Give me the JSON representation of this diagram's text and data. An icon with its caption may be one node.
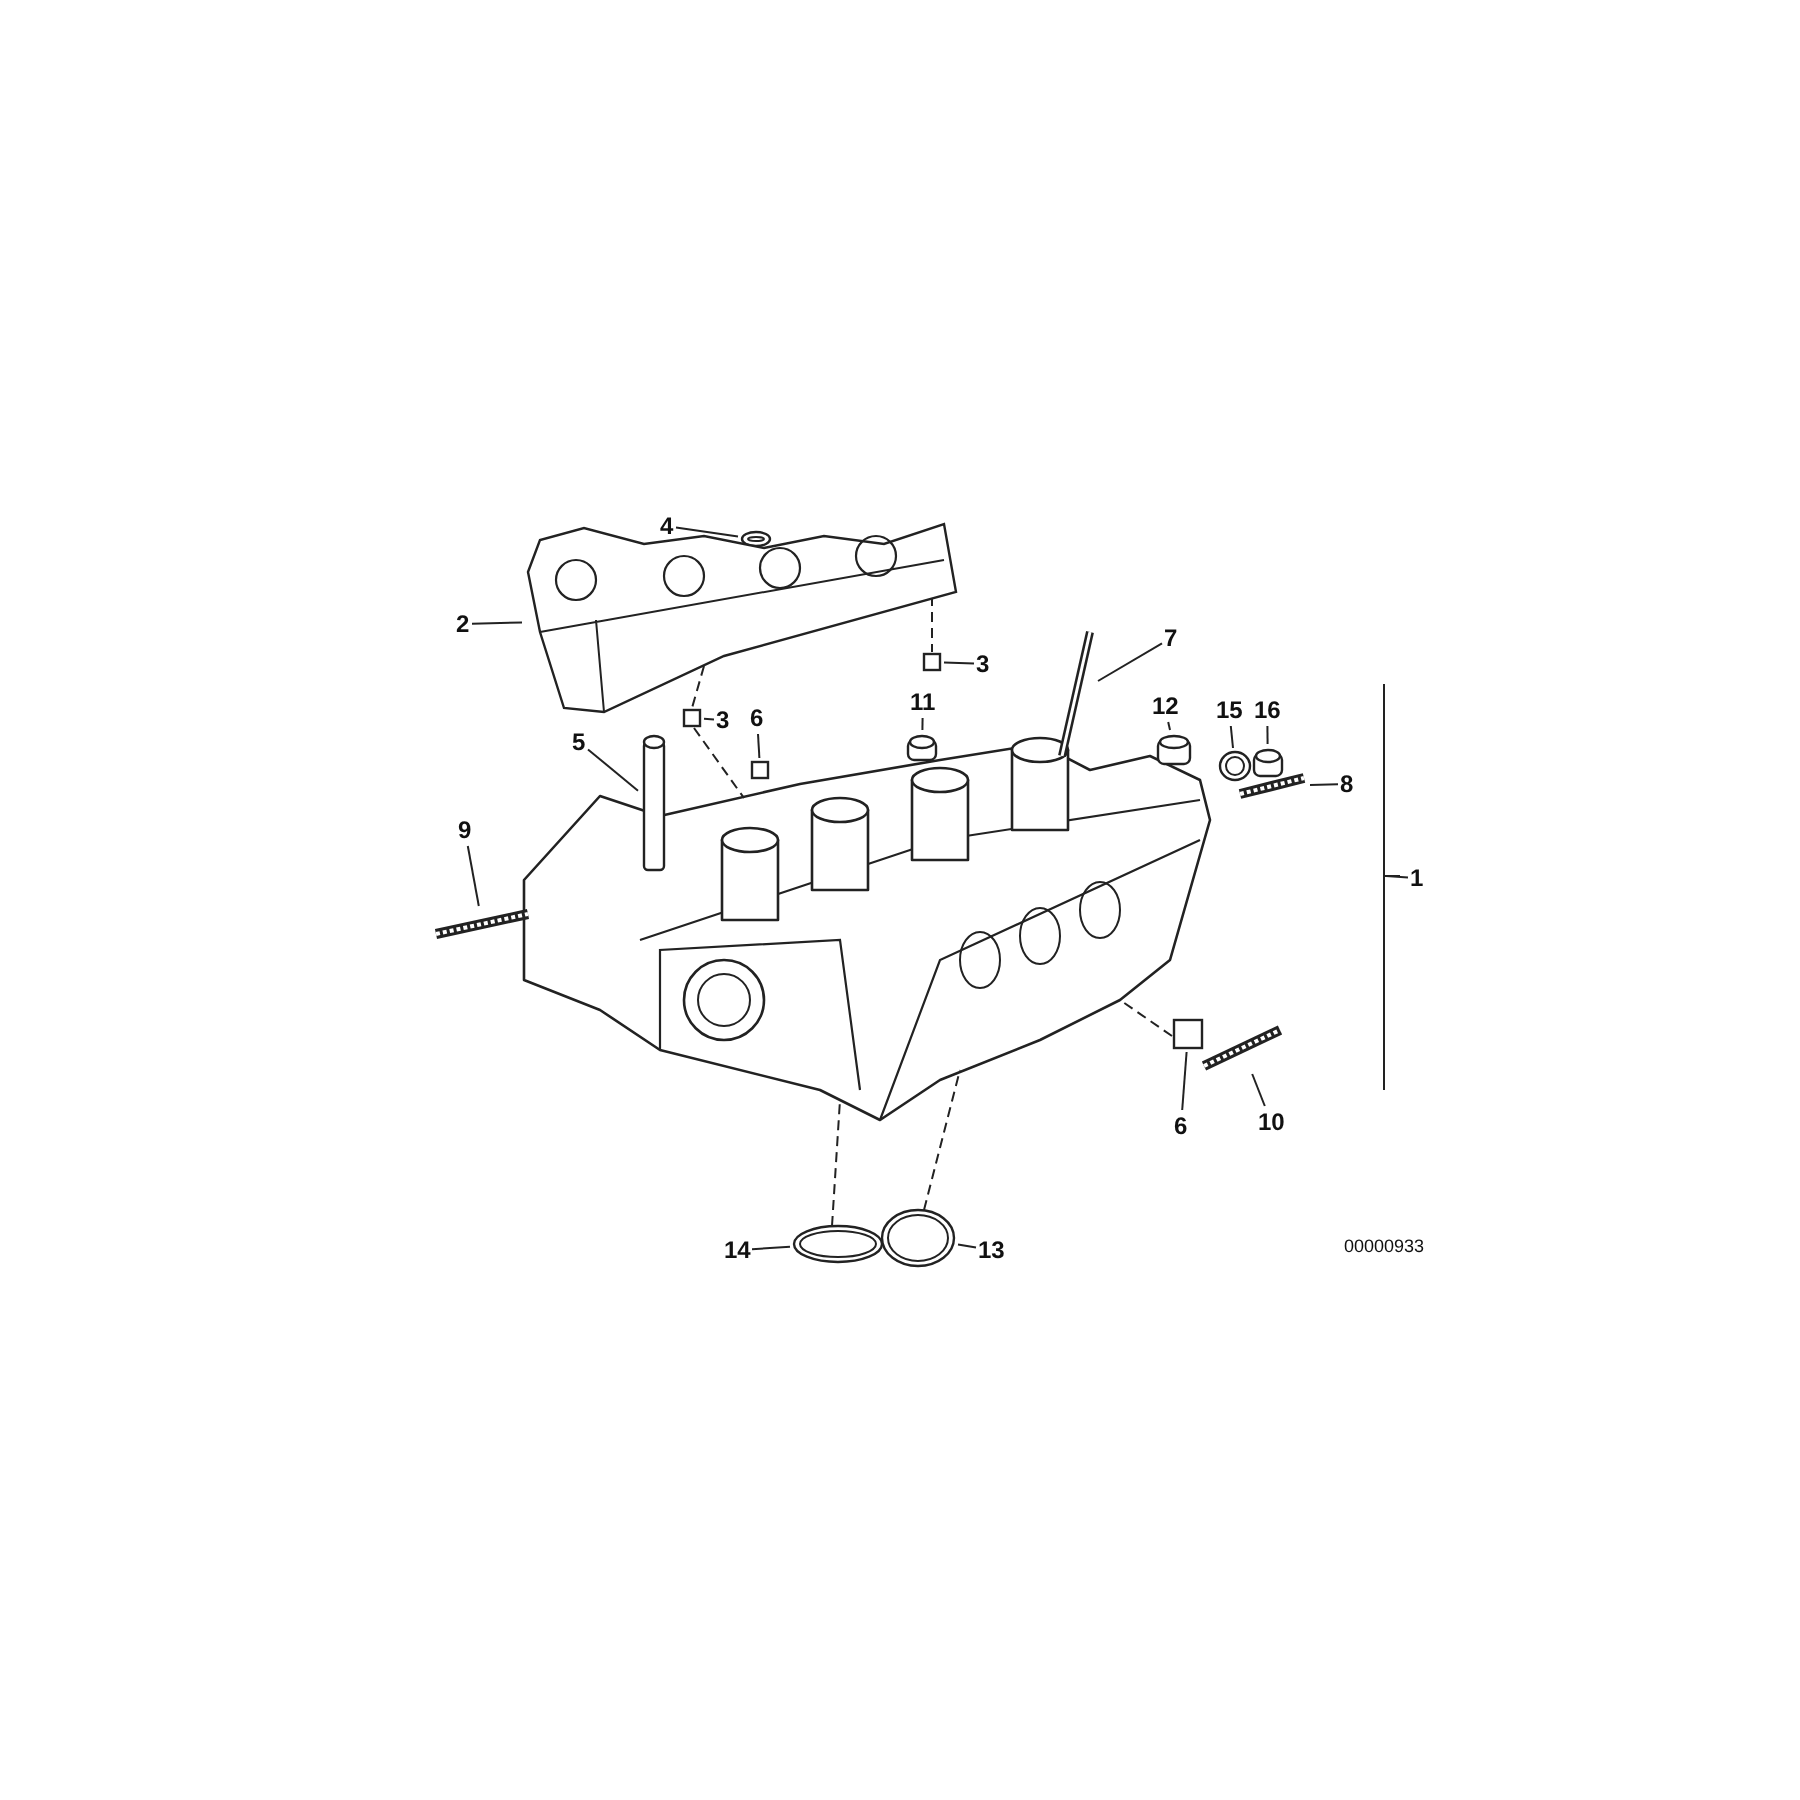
{
  "diagram": {
    "nodes": [
      {
        "text": [
          "4"
        ]
      },
      {
        "text": [],
        "shape": "picture"
      },
      {
        "text": [
          "2"
        ]
      },
      {
        "text": [],
        "shape": "picture"
      },
      {
        "text": [
          "3"
        ]
      },
      {
        "text": [],
        "shape": "box"
      },
      {
        "text": [
          "3"
        ]
      },
      {
        "text": [],
        "shape": "box"
      },
      {
        "text": [
          "5"
        ]
      },
      {
        "text": [],
        "shape": "cylinder"
      },
      {
        "text": [
          "6"
        ]
      },
      {
        "text": [],
        "shape": "box"
      },
      {
        "text": [
          "11"
        ]
      },
      {
        "text": [],
        "shape": "cylinder"
      },
      {
        "text": [
          "7"
        ]
      },
      {
        "text": [],
        "shape": "picture"
      },
      {
        "text": [
          "12"
        ]
      },
      {
        "text": [],
        "shape": "cylinder"
      },
      {
        "text": [
          "15"
        ]
      },
      {
        "text": [],
        "shape": "picture"
      },
      {
        "text": [
          "16"
        ]
      },
      {
        "text": [],
        "shape": "cylinder"
      },
      {
        "text": [
          "8"
        ]
      },
      {
        "text": [],
        "shape": "picture"
      },
      {
        "text": [
          "9"
        ]
      },
      {
        "text": [],
        "shape": "picture"
      },
      {
        "text": [
          "1"
        ]
      },
      {
        "text": [
          "6"
        ]
      },
      {
        "text": [],
        "shape": "box"
      },
      {
        "text": [
          "10"
        ]
      },
      {
        "text": [],
        "shape": "picture"
      },
      {
        "text": [
          "14"
        ]
      },
      {
        "text": [],
        "shape": "picture"
      },
      {
        "text": [
          "13"
        ]
      },
      {
        "text": [],
        "shape": "picture"
      },
      {
        "text": [],
        "shape": "picture"
      }
    ],
    "edges": [
      {
        "from": 0,
        "to": 1,
        "arrow": "none"
      },
      {
        "from": 2,
        "to": 3,
        "arrow": "none"
      },
      {
        "from": 4,
        "to": 5,
        "arrow": "none"
      },
      {
        "from": 6,
        "to": 7,
        "arrow": "none"
      },
      {
        "from": 8,
        "to": 9,
        "arrow": "none"
      },
      {
        "from": 10,
        "to": 11,
        "arrow": "none"
      },
      {
        "from": 12,
        "to": 13,
        "arrow": "none"
      },
      {
        "from": 14,
        "to": 15,
        "arrow": "none"
      },
      {
        "from": 16,
        "to": 17,
        "arrow": "none"
      },
      {
        "from": 18,
        "to": 19,
        "arrow": "none"
      },
      {
        "from": 20,
        "to": 21,
        "arrow": "none"
      },
      {
        "from": 22,
        "to": 23,
        "arrow": "none"
      },
      {
        "from": 24,
        "to": 25,
        "arrow": "none"
      },
      {
        "from": 26,
        "to": null,
        "arrow": "none"
      },
      {
        "from": 27,
        "to": 28,
        "arrow": "none"
      },
      {
        "from": 29,
        "to": 30,
        "arrow": "none"
      },
      {
        "from": 31,
        "to": 32,
        "arrow": "none"
      },
      {
        "from": 33,
        "to": 34,
        "arrow": "none"
      },
      {
        "from": 3,
        "to": 5,
        "arrow": "none",
        "style": "dashed"
      },
      {
        "from": 3,
        "to": 7,
        "arrow": "none",
        "style": "dashed"
      },
      {
        "from": 7,
        "to": 35,
        "arrow": "none",
        "style": "dashed"
      },
      {
        "from": 28,
        "to": 35,
        "arrow": "none",
        "style": "dashed"
      },
      {
        "from": 32,
        "to": 35,
        "arrow": "none",
        "style": "dashed"
      },
      {
        "from": 34,
        "to": 35,
        "arrow": "none",
        "style": "dashed"
      }
    ],
    "labels": [
      "00000933"
    ]
  }
}
